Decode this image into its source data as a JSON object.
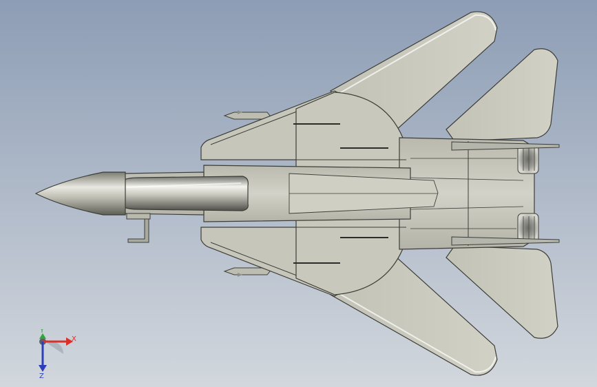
{
  "viewport": {
    "background_top": "#8d9db5",
    "background_bottom": "#d2d7dd"
  },
  "model": {
    "subject": "fighter-jet-top-view",
    "body_color": "#c9c9bd",
    "body_shade": "#b0b1a4",
    "edge_color": "#3c3d38",
    "nose_color": "#b7b8ae"
  },
  "triad": {
    "x_label": "X",
    "y_label": "Y",
    "z_label": "Z",
    "x_color": "#d9302a",
    "y_color": "#2fa83a",
    "z_color": "#2a3fb8"
  }
}
